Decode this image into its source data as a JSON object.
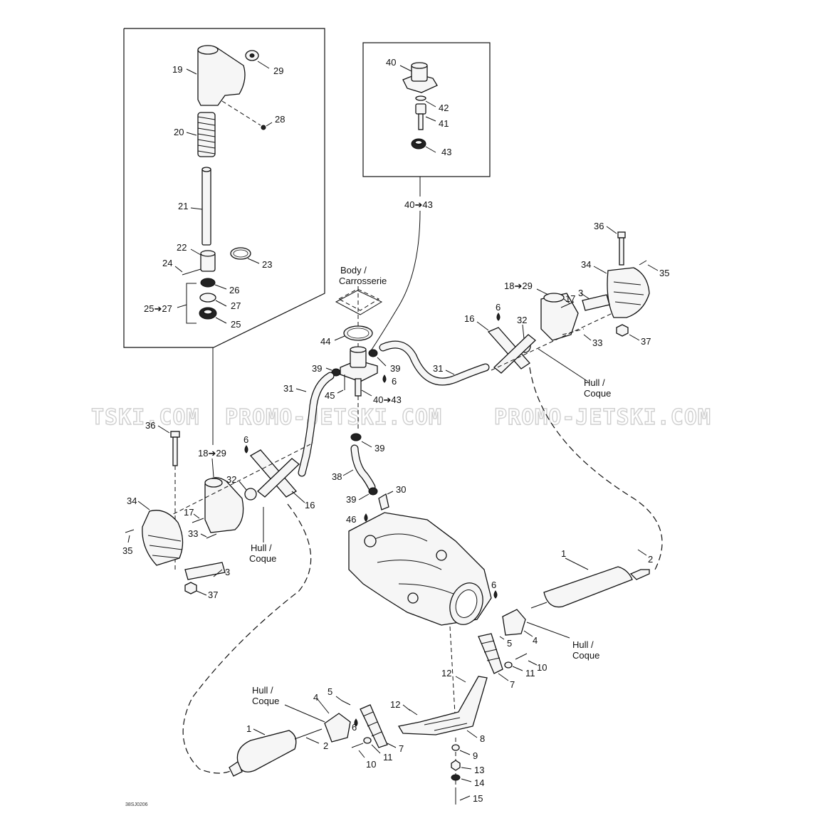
{
  "watermark": [
    "TSKI.COM",
    "PROMO-JETSKI.COM",
    "PROMO-JETSKI.COM"
  ],
  "drawing_code": "38SJ0206",
  "labels": {
    "p1a": "1",
    "p1b": "1",
    "p2a": "2",
    "p2b": "2",
    "p3a": "3",
    "p3b": "3",
    "p4a": "4",
    "p4b": "4",
    "p5a": "5",
    "p5b": "5",
    "p6a": "6",
    "p6b": "6",
    "p6c": "6",
    "p6d": "6",
    "p6e": "6",
    "p7a": "7",
    "p7b": "7",
    "p8": "8",
    "p9": "9",
    "p10a": "10",
    "p10b": "10",
    "p11a": "11",
    "p11b": "11",
    "p12a": "12",
    "p12b": "12",
    "p13": "13",
    "p14": "14",
    "p15": "15",
    "p16a": "16",
    "p16b": "16",
    "p17a": "17",
    "p17b": "17",
    "r1829a": "18➔29",
    "r1829b": "18➔29",
    "p19": "19",
    "p20": "20",
    "p21": "21",
    "p22": "22",
    "p23": "23",
    "p24": "24",
    "r2527": "25➔27",
    "p25": "25",
    "p26": "26",
    "p27": "27",
    "p28": "28",
    "p29": "29",
    "p30": "30",
    "p31a": "31",
    "p31b": "31",
    "p32a": "32",
    "p32b": "32",
    "p33a": "33",
    "p33b": "33",
    "p34a": "34",
    "p34b": "34",
    "p35a": "35",
    "p35b": "35",
    "p36a": "36",
    "p36b": "36",
    "p37a": "37",
    "p37b": "37",
    "p38": "38",
    "p39a": "39",
    "p39b": "39",
    "p39c": "39",
    "p39d": "39",
    "p40": "40",
    "r4043a": "40➔43",
    "r4043b": "40➔43",
    "p41": "41",
    "p42": "42",
    "p43": "43",
    "p44": "44",
    "p45": "45",
    "p46": "46"
  },
  "notes": {
    "body": "Body /",
    "carrosserie": "Carrosserie",
    "hull": "Hull /",
    "coque": "Coque"
  }
}
